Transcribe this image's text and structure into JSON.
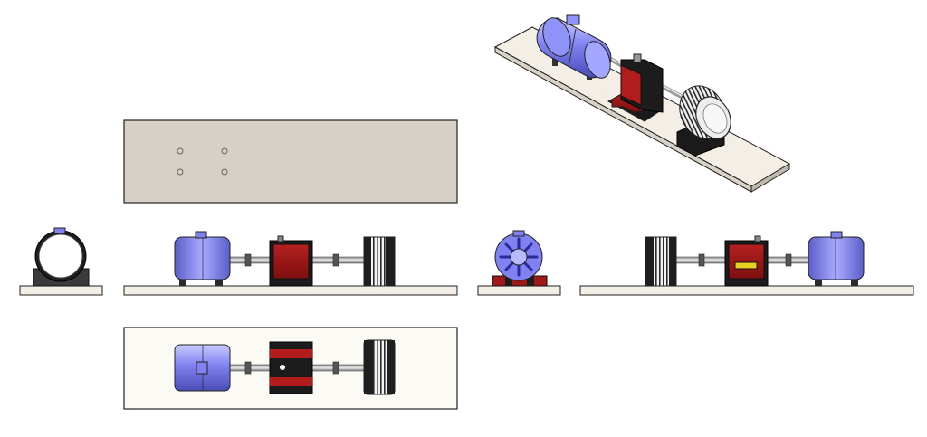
{
  "drawing": {
    "views": [
      {
        "id": "isometric-view",
        "kind": "isometric"
      },
      {
        "id": "bottom-view",
        "kind": "orthographic"
      },
      {
        "id": "left-view",
        "kind": "orthographic"
      },
      {
        "id": "front-view",
        "kind": "orthographic"
      },
      {
        "id": "right-view",
        "kind": "orthographic"
      },
      {
        "id": "back-view",
        "kind": "orthographic"
      },
      {
        "id": "top-view",
        "kind": "orthographic"
      }
    ],
    "components": {
      "motor": {
        "name": "motor",
        "color": "#7f82f0"
      },
      "brake": {
        "name": "brake",
        "color": "#a01818"
      },
      "finned-rotor": {
        "name": "finned-rotor",
        "color": "#333333"
      },
      "shaft": {
        "name": "shaft",
        "color": "#c8c8c8"
      },
      "base-plate": {
        "name": "base-plate",
        "color": "#f4efe6"
      },
      "base-plate-bottom": {
        "name": "base-plate-bottom",
        "color": "#d6d0c6"
      }
    }
  }
}
